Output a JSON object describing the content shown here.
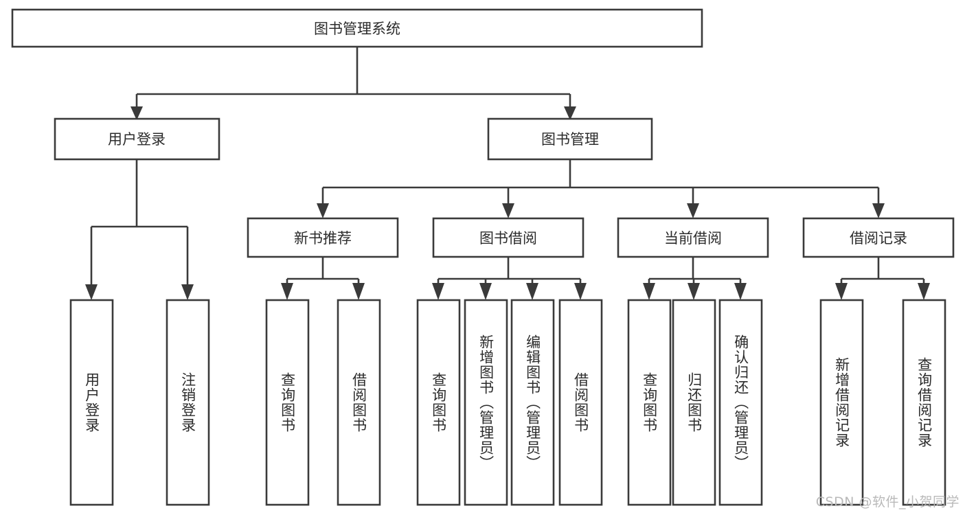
{
  "diagram": {
    "type": "hierarchy-tree",
    "title": "图书管理系统",
    "orientation": "top-down",
    "colors": {
      "box_stroke": "#3a3a3a",
      "box_fill": "#ffffff",
      "text": "#2b2b2b",
      "connector": "#3a3a3a",
      "watermark": "#b9b9b9"
    },
    "root": {
      "label": "图书管理系统"
    },
    "level2": [
      {
        "label": "用户登录"
      },
      {
        "label": "图书管理"
      }
    ],
    "level3": [
      {
        "label": "新书推荐"
      },
      {
        "label": "图书借阅"
      },
      {
        "label": "当前借阅"
      },
      {
        "label": "借阅记录"
      }
    ],
    "leaves": {
      "user_login": [
        {
          "label": "用户登录"
        },
        {
          "label": "注销登录"
        }
      ],
      "new_book_recommend": [
        {
          "label": "查询图书"
        },
        {
          "label": "借阅图书"
        }
      ],
      "book_borrow": [
        {
          "label": "查询图书"
        },
        {
          "label": "新增图书（管理员）"
        },
        {
          "label": "编辑图书（管理员）"
        },
        {
          "label": "借阅图书"
        }
      ],
      "current_borrow": [
        {
          "label": "查询图书"
        },
        {
          "label": "归还图书"
        },
        {
          "label": "确认归还（管理员）"
        }
      ],
      "borrow_record": [
        {
          "label": "新增借阅记录"
        },
        {
          "label": "查询借阅记录"
        }
      ]
    }
  },
  "watermark": {
    "text": "CSDN @软件_小贺同学"
  }
}
